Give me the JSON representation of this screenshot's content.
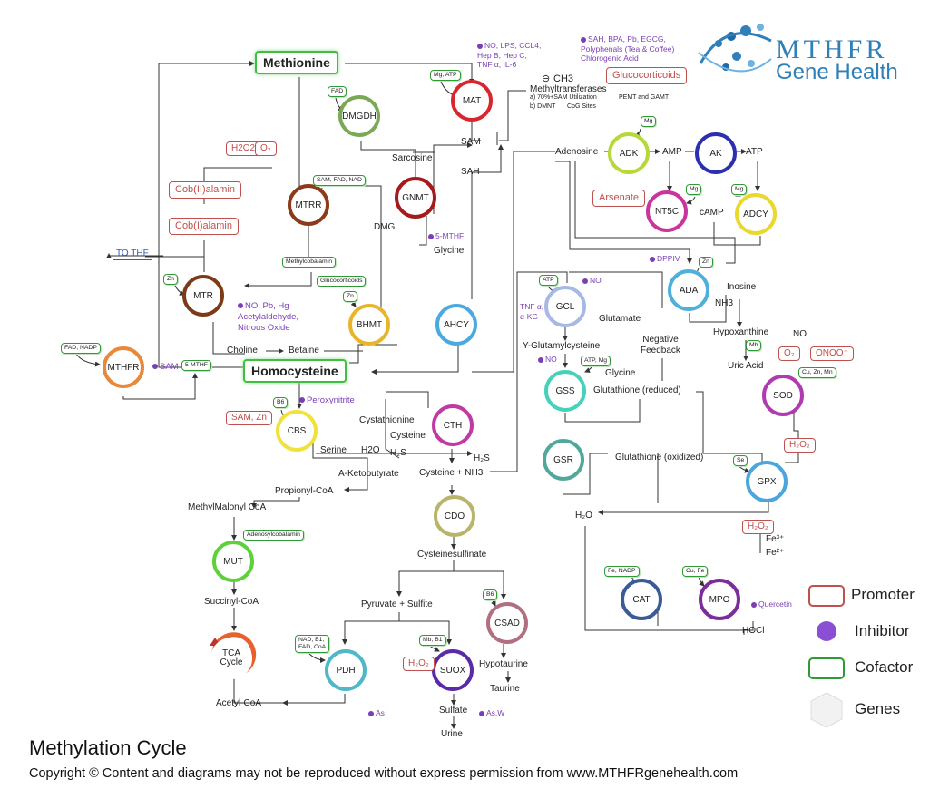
{
  "title": "Methylation Cycle",
  "copyright": "Copyright © Content and diagrams may not be reproduced without express permission from www.MTHFRgenehealth.com",
  "logo": {
    "line1": "MTHFR",
    "line2": "Gene Health"
  },
  "legend": {
    "promoter": "Promoter",
    "inhibitor": "Inhibitor",
    "cofactor": "Cofactor",
    "genes": "Genes"
  },
  "colors": {
    "promoter": "#c0504d",
    "inhibitor": "#7a3fb5",
    "cofactor": "#2f9a35",
    "glow": "#3fbf3f",
    "logo": "#2f7fb8"
  },
  "main_metabolites": {
    "methionine": "Methionine",
    "homocysteine": "Homocysteine"
  },
  "genes": {
    "dmgdh": "DMGDH",
    "mat": "MAT",
    "mtrr": "MTRR",
    "gnmt": "GNMT",
    "mtr": "MTR",
    "bhmt": "BHMT",
    "ahcy": "AHCY",
    "mthfr": "MTHFR",
    "cbs": "CBS",
    "cth": "CTH",
    "cdo": "CDO",
    "mut": "MUT",
    "tca": "TCA\nCycle",
    "pdh": "PDH",
    "suox": "SUOX",
    "csad": "CSAD",
    "adk": "ADK",
    "ak": "AK",
    "nt5c": "NT5C",
    "adcy": "ADCY",
    "ada": "ADA",
    "gcl": "GCL",
    "gss": "GSS",
    "gsr": "GSR",
    "sod": "SOD",
    "gpx": "GPX",
    "cat": "CAT",
    "mpo": "MPO"
  },
  "metabolites": {
    "sam": "SAM",
    "sah": "SAH",
    "sarcosine": "Sarcosine",
    "glycine_gnmt": "Glycine",
    "dmg": "DMG",
    "choline": "Choline",
    "betaine": "Betaine",
    "to_thf": "TO THF",
    "ch3": "CH3",
    "methyltransferases": "Methyltransferases",
    "mt_a": "a) 70%+SAM Utilization",
    "mt_a2": "PEMT and GAMT",
    "mt_b": "b) DMNT",
    "mt_b2": "CpG Sites",
    "adenosine": "Adenosine",
    "amp": "AMP",
    "atp": "ATP",
    "camp": "cAMP",
    "inosine": "Inosine",
    "nh3": "NH3",
    "hypoxanthine": "Hypoxanthine",
    "uric_acid": "Uric Acid",
    "no": "NO",
    "cystathionine": "Cystathionine",
    "cysteine": "Cysteine",
    "serine": "Serine",
    "h2o_cbs": "H2O",
    "h2s_small": "H₂S",
    "h2s": "H₂S",
    "cysteine_nh3": "Cysteine + NH3",
    "a_keto": "A-Ketobutyrate",
    "propionyl": "Propionyl-CoA",
    "methylmalonyl": "MethylMalonyl CoA",
    "succinyl": "Succinyl-CoA",
    "acetyl": "Acetyl-CoA",
    "cysteinesulfinate": "Cysteinesulfinate",
    "pyruvate_sulfite": "Pyruvate + Sulfite",
    "hypotaurine": "Hypotaurine",
    "taurine": "Taurine",
    "sulfate": "Sulfate",
    "urine": "Urine",
    "glutamate": "Glutamate",
    "y_glut": "Y-Glutamylcysteine",
    "glycine": "Glycine",
    "glut_reduced": "Glutathione (reduced)",
    "glut_oxidized": "Glutathione (oxidized)",
    "neg_feedback": "Negative\nFeedback",
    "h2o": "H₂O",
    "fe3": "Fe³⁺",
    "fe2": "Fe²⁺",
    "hocl": "HOCl"
  },
  "cofactors": {
    "mat": "Mg, ATP",
    "dmgdh": "FAD",
    "mtrr": "SAM, FAD, NAD",
    "methylcobalamin": "Methylcobalamin",
    "mtr": "Zn",
    "bhmt_gluco": "Glucocorticoids",
    "bhmt": "Zn",
    "mthfr": "FAD, NADP",
    "mthf": "5-MTHF",
    "cbs": "B6",
    "mut": "Adenosylcobalamin",
    "pdh": "NAD, B1,\nFAD, CoA",
    "suox": "Mb, B1",
    "csad": "B6",
    "adk": "Mg",
    "nt5c": "Mg",
    "adcy": "Mg",
    "ada": "Zn",
    "gcl": "ATP",
    "gss": "ATP, Mg",
    "uric": "Mb",
    "sod": "Cu, Zn, Mn",
    "gpx": "Se",
    "cat": "Fe, NADP",
    "mpo": "Cu, Fe"
  },
  "promoters": {
    "h2o2_top": "H2O2",
    "o2_top": "O₂",
    "cob2": "Cob(II)alamin",
    "cob1": "Cob(I)alamin",
    "glucocorticoids": "Glucocorticoids",
    "sam_zn": "SAM, Zn",
    "arsenate": "Arsenate",
    "h2o2_suox": "H₂O₂",
    "o2_sod": "O₂",
    "onoo": "ONOO⁻",
    "h2o2_sod": "H₂O₂",
    "h2o2_gpx": "H₂O₂"
  },
  "inhibitors": {
    "mat": "NO, LPS, CCL4,\nHep B, Hep C,\nTNF α, IL-6",
    "methyltransferases": "SAH, BPA, Pb, EGCG,\nPolyphenals (Tea & Coffee)\nChlorogenic Acid",
    "gnmt": "5-MTHF",
    "mtr": "NO, Pb, Hg\nAcetylaldehyde,\nNitrous Oxide",
    "mthfr": "SAM",
    "cbs": "Peroxynitrite",
    "ada": "DPPIV",
    "gcl_no": "NO",
    "gcl_tnf": "TNF α,\nα-KG",
    "gss": "NO",
    "pdh": "As",
    "suox": "As,W",
    "mpo": "Quercetin"
  }
}
